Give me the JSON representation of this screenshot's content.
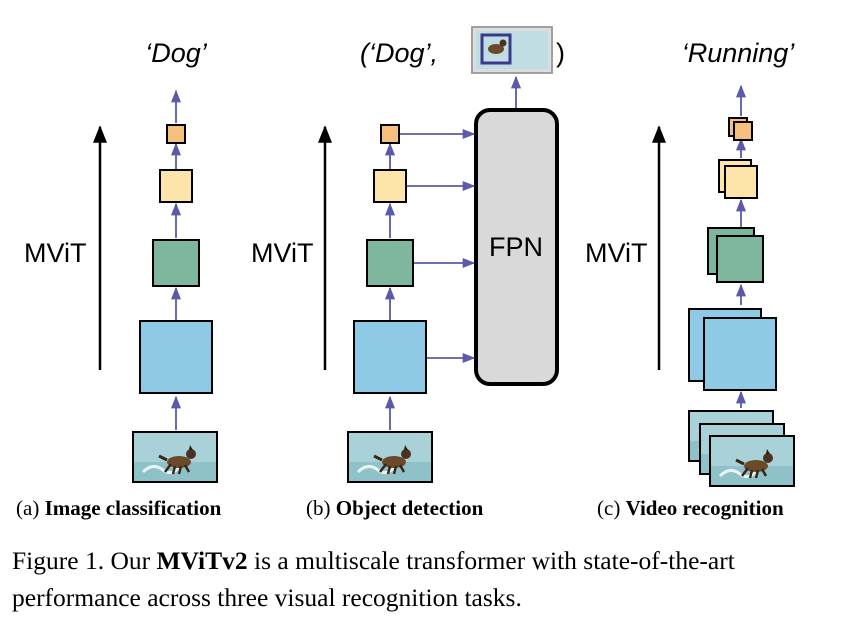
{
  "colors": {
    "arrow": "#5a5aa8",
    "block_blue": "#8ecae6",
    "block_green": "#7fb79e",
    "block_yellow": "#fde4a8",
    "block_orange": "#f5c07e",
    "fpn_fill": "#d9d9d9",
    "image_water": "#a9d2d8"
  },
  "panels": {
    "a": {
      "output_label": "‘Dog’",
      "axis_label": "MViT",
      "caption_prefix": "(a)",
      "caption_bold": "Image classification"
    },
    "b": {
      "output_open": "(‘Dog’,",
      "output_close": ")",
      "axis_label": "MViT",
      "fpn_label": "FPN",
      "caption_prefix": "(b)",
      "caption_bold": "Object detection"
    },
    "c": {
      "output_label": "‘Running’",
      "axis_label": "MViT",
      "caption_prefix": "(c)",
      "caption_bold": "Video recognition"
    }
  },
  "caption": {
    "prefix": "Figure 1. Our",
    "model": "MViTv2",
    "rest": "is a multiscale transformer with state-of-the-art performance across three visual recognition tasks."
  }
}
